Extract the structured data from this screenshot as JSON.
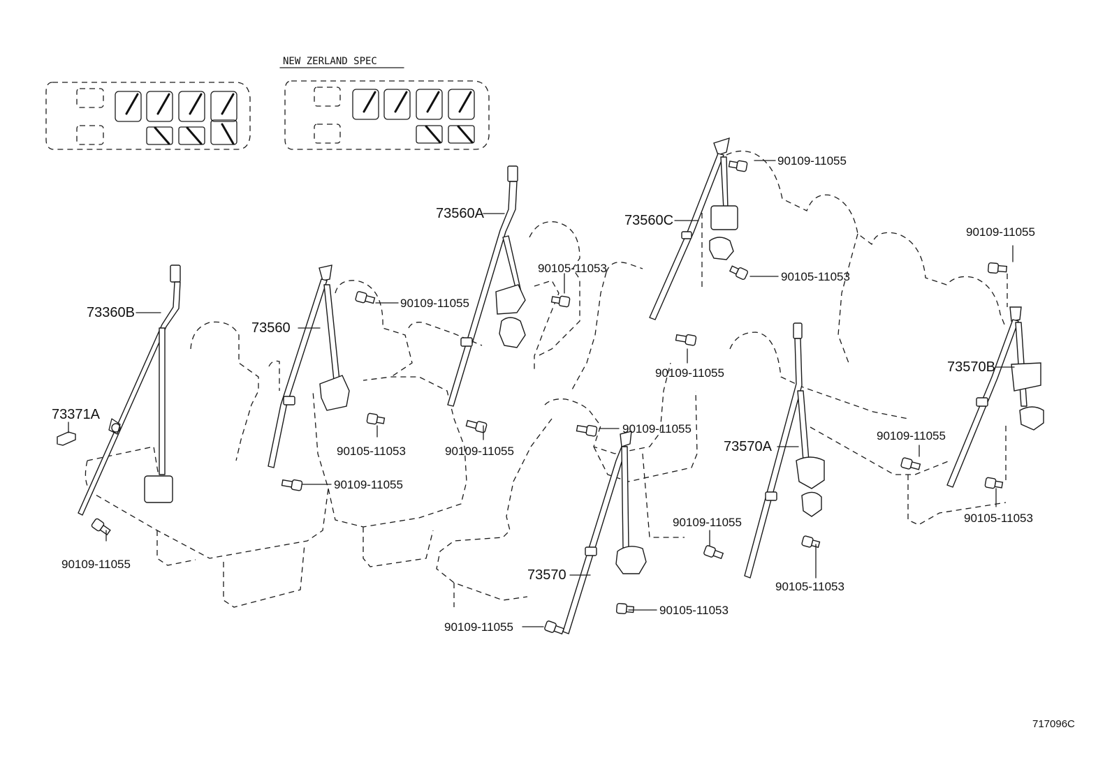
{
  "header": {
    "spec_label": "NEW ZERLAND SPEC"
  },
  "parts": {
    "p73360B": "73360B",
    "p73371A": "73371A",
    "p73560": "73560",
    "p73560A": "73560A",
    "p73560C": "73560C",
    "p73570": "73570",
    "p73570A": "73570A",
    "p73570B": "73570B"
  },
  "fasteners": {
    "bolt": "90109-11055",
    "nut": "90105-11053"
  },
  "figure_ref": "717096C"
}
